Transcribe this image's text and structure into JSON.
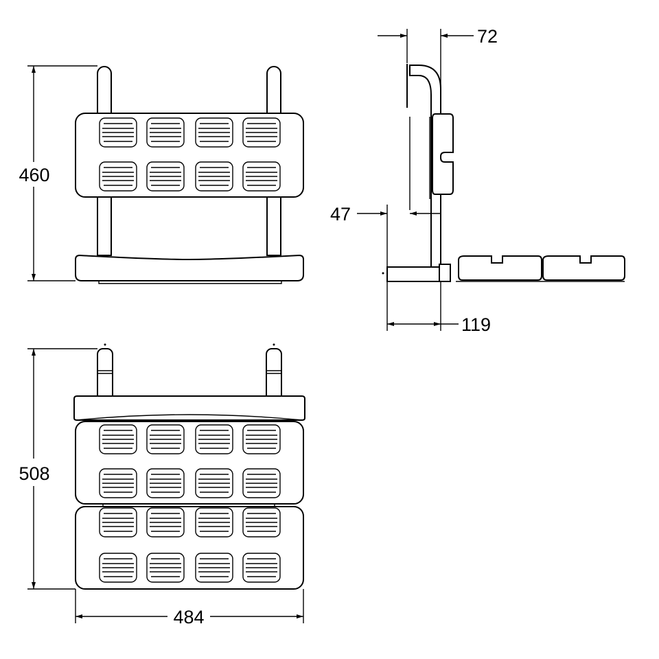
{
  "dimensions": {
    "front_height": "460",
    "side_top_offset": "72",
    "side_wall_offset": "47",
    "side_depth": "119",
    "top_depth": "508",
    "width": "484"
  },
  "drawing": {
    "views": [
      "front-view",
      "side-view",
      "top-view"
    ],
    "icon_names": [
      "arrow-head-icon"
    ]
  }
}
